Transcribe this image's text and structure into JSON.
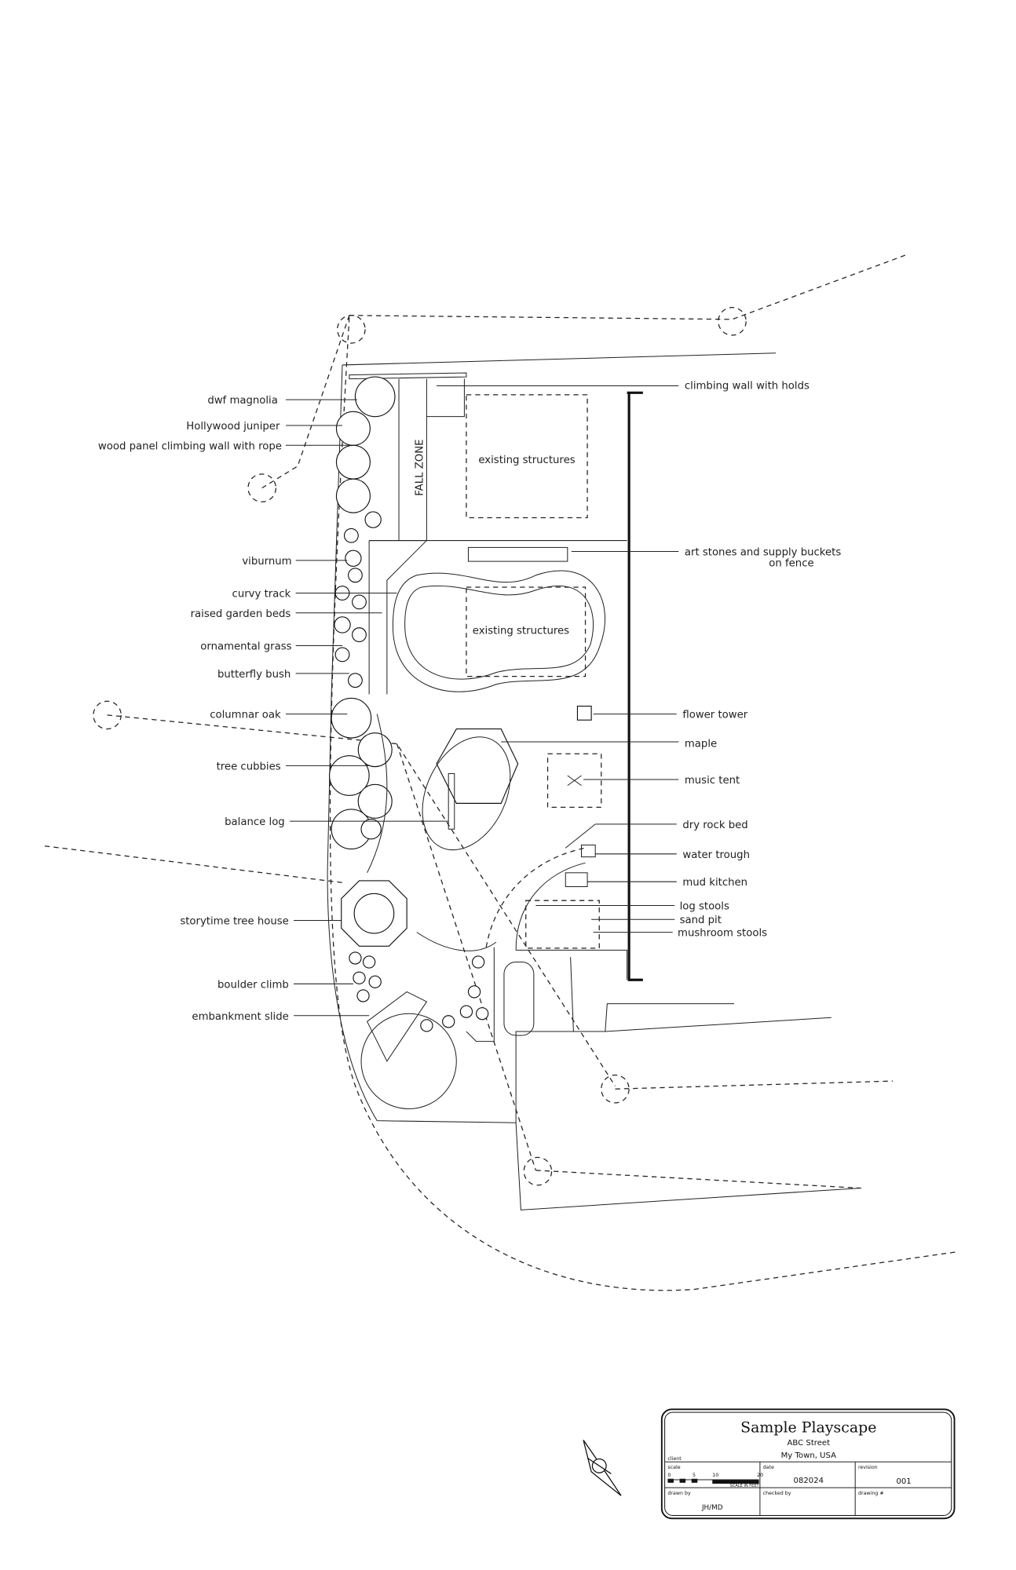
{
  "plan": {
    "fall_zone": "FALL ZONE",
    "existing_structures_1": "existing structures",
    "existing_structures_2": "existing structures"
  },
  "left_callouts": [
    "dwf magnolia",
    "Hollywood juniper",
    "wood panel climbing wall with rope",
    "viburnum",
    "curvy track",
    "raised garden beds",
    "ornamental grass",
    "butterfly bush",
    "columnar oak",
    "tree cubbies",
    "balance log",
    "storytime tree house",
    "boulder climb",
    "embankment slide"
  ],
  "right_callouts": [
    "climbing wall with holds",
    "art stones and supply buckets",
    "on fence",
    "flower tower",
    "maple",
    "music tent",
    "dry rock bed",
    "water trough",
    "mud kitchen",
    "log stools",
    "sand pit",
    "mushroom stools"
  ],
  "title_block": {
    "title": "Sample Playscape",
    "street": "ABC Street",
    "town": "My Town, USA",
    "client_label": "client",
    "scale_label": "scale",
    "scale_ticks": [
      "0",
      "5",
      "10",
      "20"
    ],
    "scale_caption": "SCALE IN FEET",
    "date_label": "date",
    "date": "082024",
    "revision_label": "revision",
    "revision": "001",
    "drawn_by_label": "drawn by",
    "drawn_by": "JH/MD",
    "checked_by_label": "checked by",
    "drawing_no_label": "drawing #"
  }
}
